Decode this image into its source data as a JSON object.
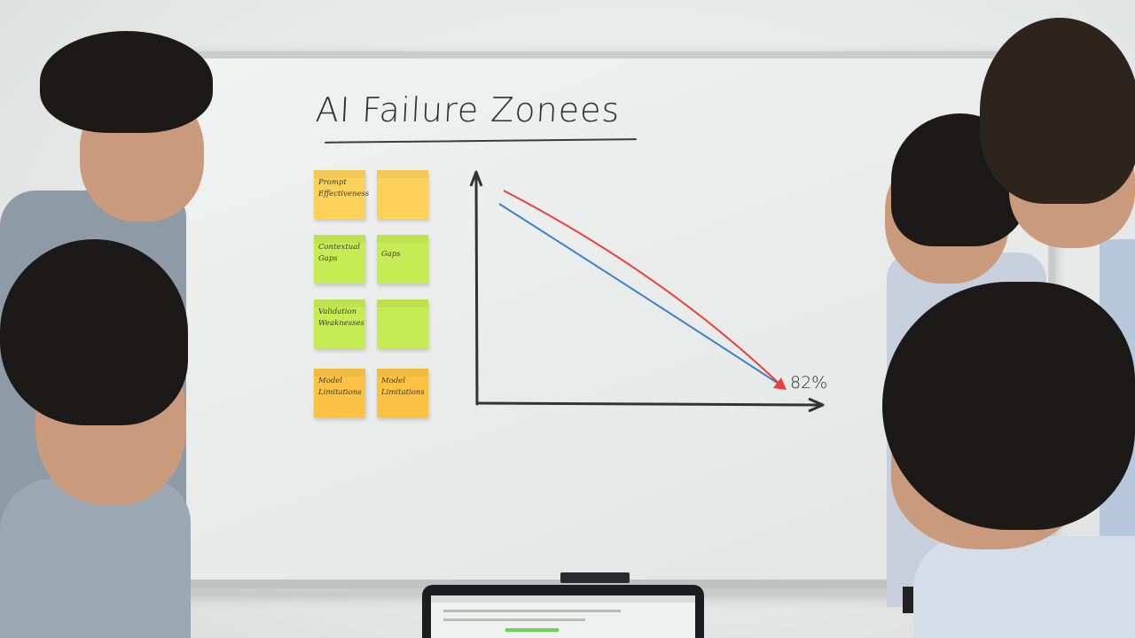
{
  "scene": {
    "description": "Team discussion in front of a whiteboard",
    "whiteboard": {
      "title": "AI Failure Zonees",
      "sticky_notes": [
        {
          "color": "#fcd15a",
          "text": "Prompt Effectiveness"
        },
        {
          "color": "#fcd15a",
          "text": ""
        },
        {
          "color": "#c6ec53",
          "text": "Contextual Gaps"
        },
        {
          "color": "#c6ec53",
          "text": "Gaps"
        },
        {
          "color": "#c6ec53",
          "text": "Validation Weaknesses"
        },
        {
          "color": "#c6ec53",
          "text": ""
        },
        {
          "color": "#fbc244",
          "text": "Model Limitations"
        },
        {
          "color": "#fbc244",
          "text": "Model Limitations"
        }
      ],
      "chart_annotation": "82%"
    },
    "laptop": {
      "visible": true
    }
  },
  "chart_data": {
    "type": "line",
    "title": "",
    "xlabel": "",
    "ylabel": "",
    "series": [
      {
        "name": "red line",
        "color": "#e8413a",
        "points": [
          [
            0,
            100
          ],
          [
            100,
            10
          ]
        ]
      },
      {
        "name": "blue line",
        "color": "#3b82c9",
        "points": [
          [
            0,
            92
          ],
          [
            100,
            12
          ]
        ]
      }
    ],
    "annotations": [
      {
        "text": "82%",
        "position": "end of red arrow"
      }
    ],
    "grid": false,
    "legend": "none"
  }
}
